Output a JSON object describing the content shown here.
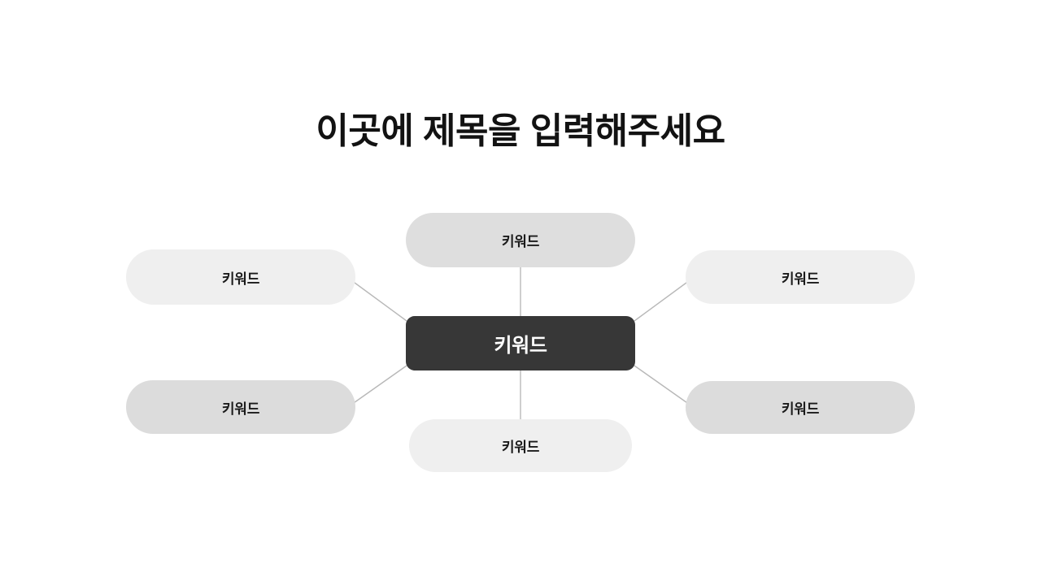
{
  "slide": {
    "title": "이곳에 제목을 입력해주세요",
    "background_color": "#ffffff"
  },
  "mindmap": {
    "center": {
      "label": "키워드",
      "fill_color": "#373737",
      "text_color": "#ffffff"
    },
    "branches": [
      {
        "position": "top",
        "label": "키워드",
        "fill_color": "#dedede",
        "text_color": "#1a1a1a"
      },
      {
        "position": "left-top",
        "label": "키워드",
        "fill_color": "#efefef",
        "text_color": "#1a1a1a"
      },
      {
        "position": "right-top",
        "label": "키워드",
        "fill_color": "#efefef",
        "text_color": "#1a1a1a"
      },
      {
        "position": "left-bottom",
        "label": "키워드",
        "fill_color": "#dcdcdc",
        "text_color": "#1a1a1a"
      },
      {
        "position": "right-bottom",
        "label": "키워드",
        "fill_color": "#dcdcdc",
        "text_color": "#1a1a1a"
      },
      {
        "position": "bottom",
        "label": "키워드",
        "fill_color": "#efefef",
        "text_color": "#1a1a1a"
      }
    ],
    "connector_color": "#b8b8b8"
  }
}
